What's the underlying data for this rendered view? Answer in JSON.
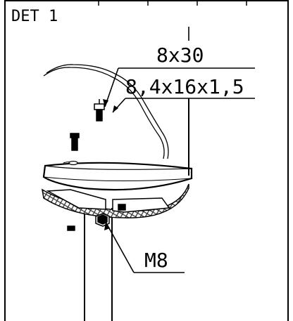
{
  "detail": {
    "title": "DET 1"
  },
  "callouts": {
    "bolt_size": "8x30",
    "washer_size": "8,4x16x1,5",
    "nut_size": "M8"
  },
  "colors": {
    "ink": "#000000",
    "paper": "#ffffff",
    "mesh": "#555555"
  }
}
